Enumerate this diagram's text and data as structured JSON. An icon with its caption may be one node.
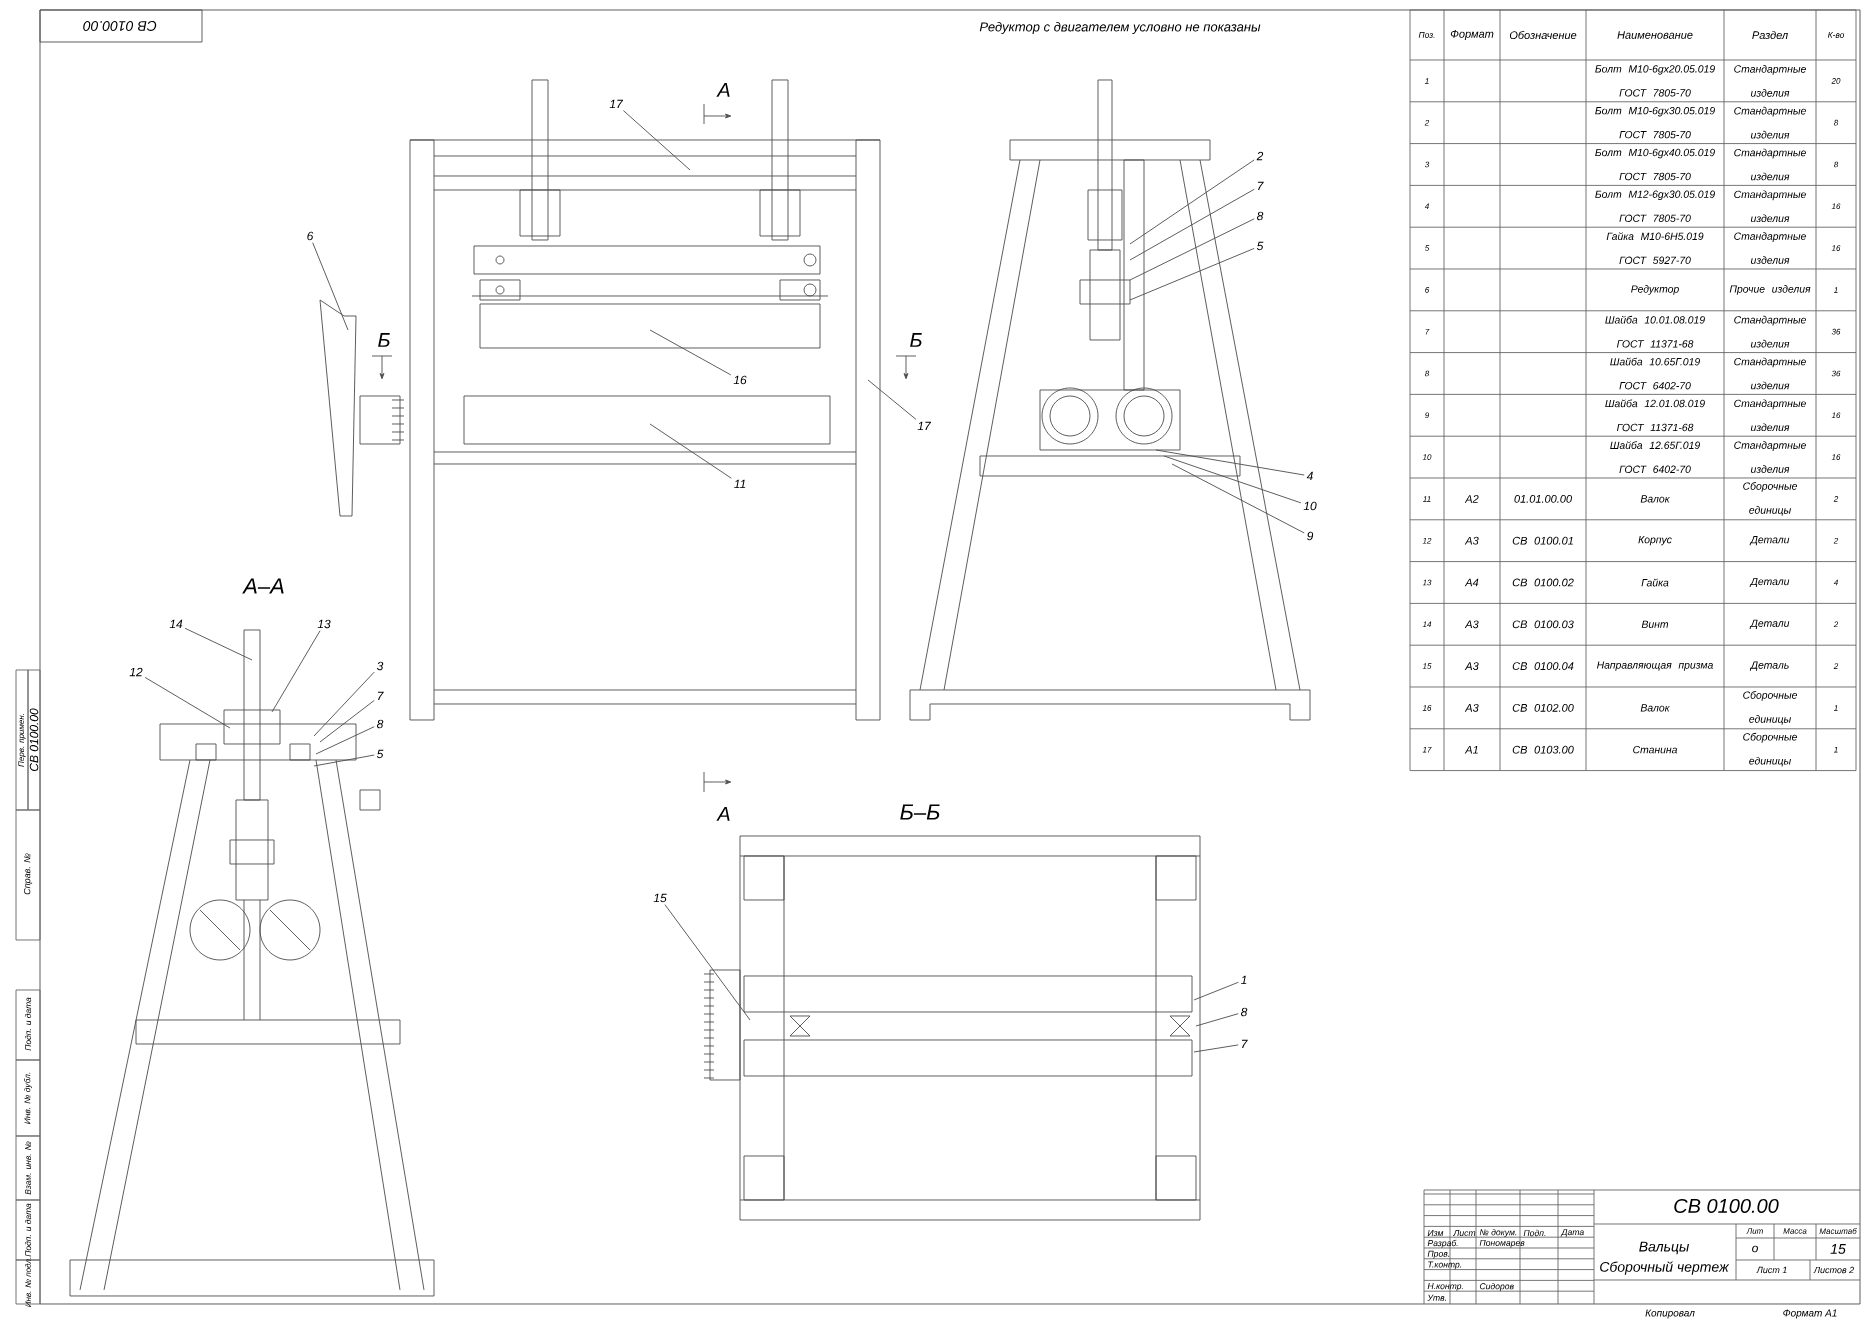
{
  "diagram": {
    "nodes": [
      {
        "text": [
          "17"
        ]
      },
      {
        "text": [
          "2"
        ]
      },
      {
        "text": [
          "7"
        ]
      },
      {
        "text": [
          "8"
        ]
      },
      {
        "text": [
          "5"
        ]
      },
      {
        "text": [
          "6"
        ]
      },
      {
        "text": [
          "16"
        ]
      },
      {
        "text": [
          "17"
        ]
      },
      {
        "text": [
          "11"
        ]
      },
      {
        "text": [
          "4"
        ]
      },
      {
        "text": [
          "10"
        ]
      },
      {
        "text": [
          "9"
        ]
      },
      {
        "text": [
          "14"
        ]
      },
      {
        "text": [
          "13"
        ]
      },
      {
        "text": [
          "12"
        ]
      },
      {
        "text": [
          "3"
        ]
      },
      {
        "text": [
          "7"
        ]
      },
      {
        "text": [
          "8"
        ]
      },
      {
        "text": [
          "5"
        ]
      },
      {
        "text": [
          "15"
        ]
      },
      {
        "text": [
          "1"
        ]
      },
      {
        "text": [
          "8"
        ]
      },
      {
        "text": [
          "7"
        ]
      }
    ],
    "edges": [
      {
        "from": 0,
        "to": null,
        "arrow": "none"
      },
      {
        "from": 1,
        "to": null,
        "arrow": "none"
      },
      {
        "from": 2,
        "to": null,
        "arrow": "none"
      },
      {
        "from": 3,
        "to": null,
        "arrow": "none"
      },
      {
        "from": 4,
        "to": null,
        "arrow": "none"
      },
      {
        "from": 5,
        "to": null,
        "arrow": "none"
      },
      {
        "from": 6,
        "to": null,
        "arrow": "none"
      },
      {
        "from": 7,
        "to": null,
        "arrow": "none"
      },
      {
        "from": 8,
        "to": null,
        "arrow": "none"
      },
      {
        "from": 9,
        "to": null,
        "arrow": "none"
      },
      {
        "from": 10,
        "to": null,
        "arrow": "none"
      },
      {
        "from": 11,
        "to": null,
        "arrow": "none"
      },
      {
        "from": 12,
        "to": null,
        "arrow": "none"
      },
      {
        "from": 13,
        "to": null,
        "arrow": "none"
      },
      {
        "from": 14,
        "to": null,
        "arrow": "none"
      },
      {
        "from": 15,
        "to": null,
        "arrow": "none"
      },
      {
        "from": 16,
        "to": null,
        "arrow": "none"
      },
      {
        "from": 17,
        "to": null,
        "arrow": "none"
      },
      {
        "from": 18,
        "to": null,
        "arrow": "none"
      },
      {
        "from": 19,
        "to": null,
        "arrow": "none"
      },
      {
        "from": 20,
        "to": null,
        "arrow": "none"
      },
      {
        "from": 21,
        "to": null,
        "arrow": "none"
      },
      {
        "from": 22,
        "to": null,
        "arrow": "none"
      }
    ],
    "labels": [
      "СВ 0100.00",
      "Редуктор с двигателем условно не показаны",
      "А",
      "Б",
      "Б",
      "А–А",
      "А",
      "Б–Б",
      "Поз.",
      "Формат",
      "Обозначение",
      "Наименование",
      "Раздел",
      "К-во",
      "1",
      "Болт М10-6gх20.05.019 ГОСТ 7805-70",
      "Стандартные изделия",
      "20",
      "2",
      "Болт М10-6gх30.05.019 ГОСТ 7805-70",
      "Стандартные изделия",
      "8",
      "3",
      "Болт М10-6gх40.05.019 ГОСТ 7805-70",
      "Стандартные изделия",
      "8",
      "4",
      "Болт М12-6gх30.05.019 ГОСТ 7805-70",
      "Стандартные изделия",
      "16",
      "5",
      "Гайка М10-6Н5.019 ГОСТ 5927-70",
      "Стандартные изделия",
      "16",
      "6",
      "Редуктор",
      "Прочие изделия",
      "1",
      "7",
      "Шайба 10.01.08.019 ГОСТ 11371-68",
      "Стандартные изделия",
      "36",
      "8",
      "Шайба 10.65Г.019 ГОСТ 6402-70",
      "Стандартные изделия",
      "36",
      "9",
      "Шайба 12.01.08.019 ГОСТ 11371-68",
      "Стандартные изделия",
      "16",
      "10",
      "Шайба 12.65Г.019 ГОСТ 6402-70",
      "Стандартные изделия",
      "16",
      "11",
      "А2",
      "01.01.00.00",
      "Валок",
      "Сборочные единицы",
      "2",
      "12",
      "А3",
      "СВ 0100.01",
      "Корпус",
      "Детали",
      "2",
      "13",
      "А4",
      "СВ 0100.02",
      "Гайка",
      "Детали",
      "4",
      "14",
      "А3",
      "СВ 0100.03",
      "Винт",
      "Детали",
      "2",
      "15",
      "А3",
      "СВ 0100.04",
      "Направляющая призма",
      "Деталь",
      "2",
      "16",
      "А3",
      "СВ 0102.00",
      "Валок",
      "Сборочные единицы",
      "1",
      "17",
      "А1",
      "СВ 0103.00",
      "Станина",
      "Сборочные единицы",
      "1",
      "СВ 0100.00",
      "Изм",
      "Лист",
      "№ докум.",
      "Подп.",
      "Дата",
      "Разраб.",
      "Пономарев",
      "Пров.",
      "Т.контр.",
      "Вальцы",
      "Сборочный чертеж",
      "Лит",
      "Масса",
      "Масштаб",
      "о",
      "15",
      "Лист 1",
      "Листов 2",
      "Н.контр.",
      "Сидоров",
      "Утв.",
      "Копировал",
      "Формат А1",
      "Перв. примен.",
      "СВ 0100.00",
      "Справ. №",
      "Подп. и дата",
      "Инв. № дубл.",
      "Взам. инв. №",
      "Подп. и дата",
      "Инв. № подл."
    ]
  }
}
